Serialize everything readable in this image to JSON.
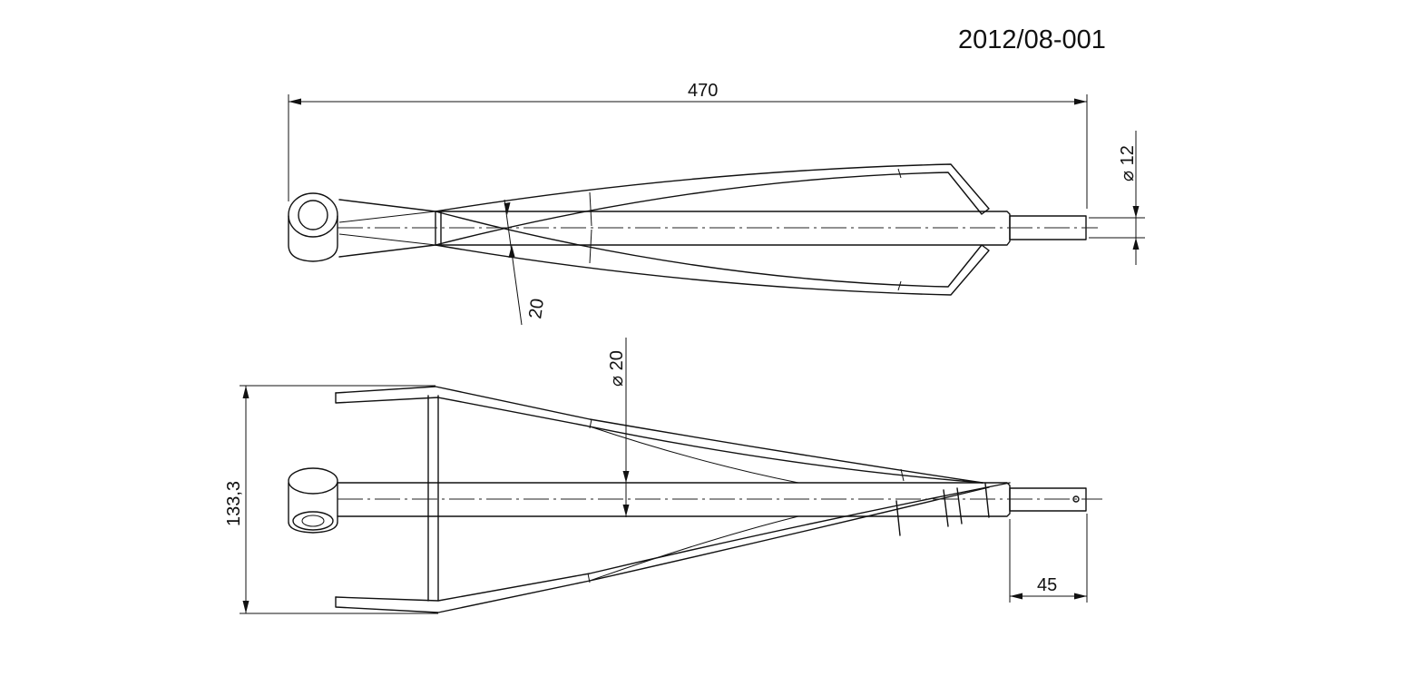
{
  "drawing_number": "2012/08-001",
  "dimensions": {
    "overall_length": "470",
    "pin_diameter": "⌀ 12",
    "tube_section": "20",
    "tube_diameter": "⌀ 20",
    "overall_width": "133,3",
    "pin_length": "45"
  }
}
